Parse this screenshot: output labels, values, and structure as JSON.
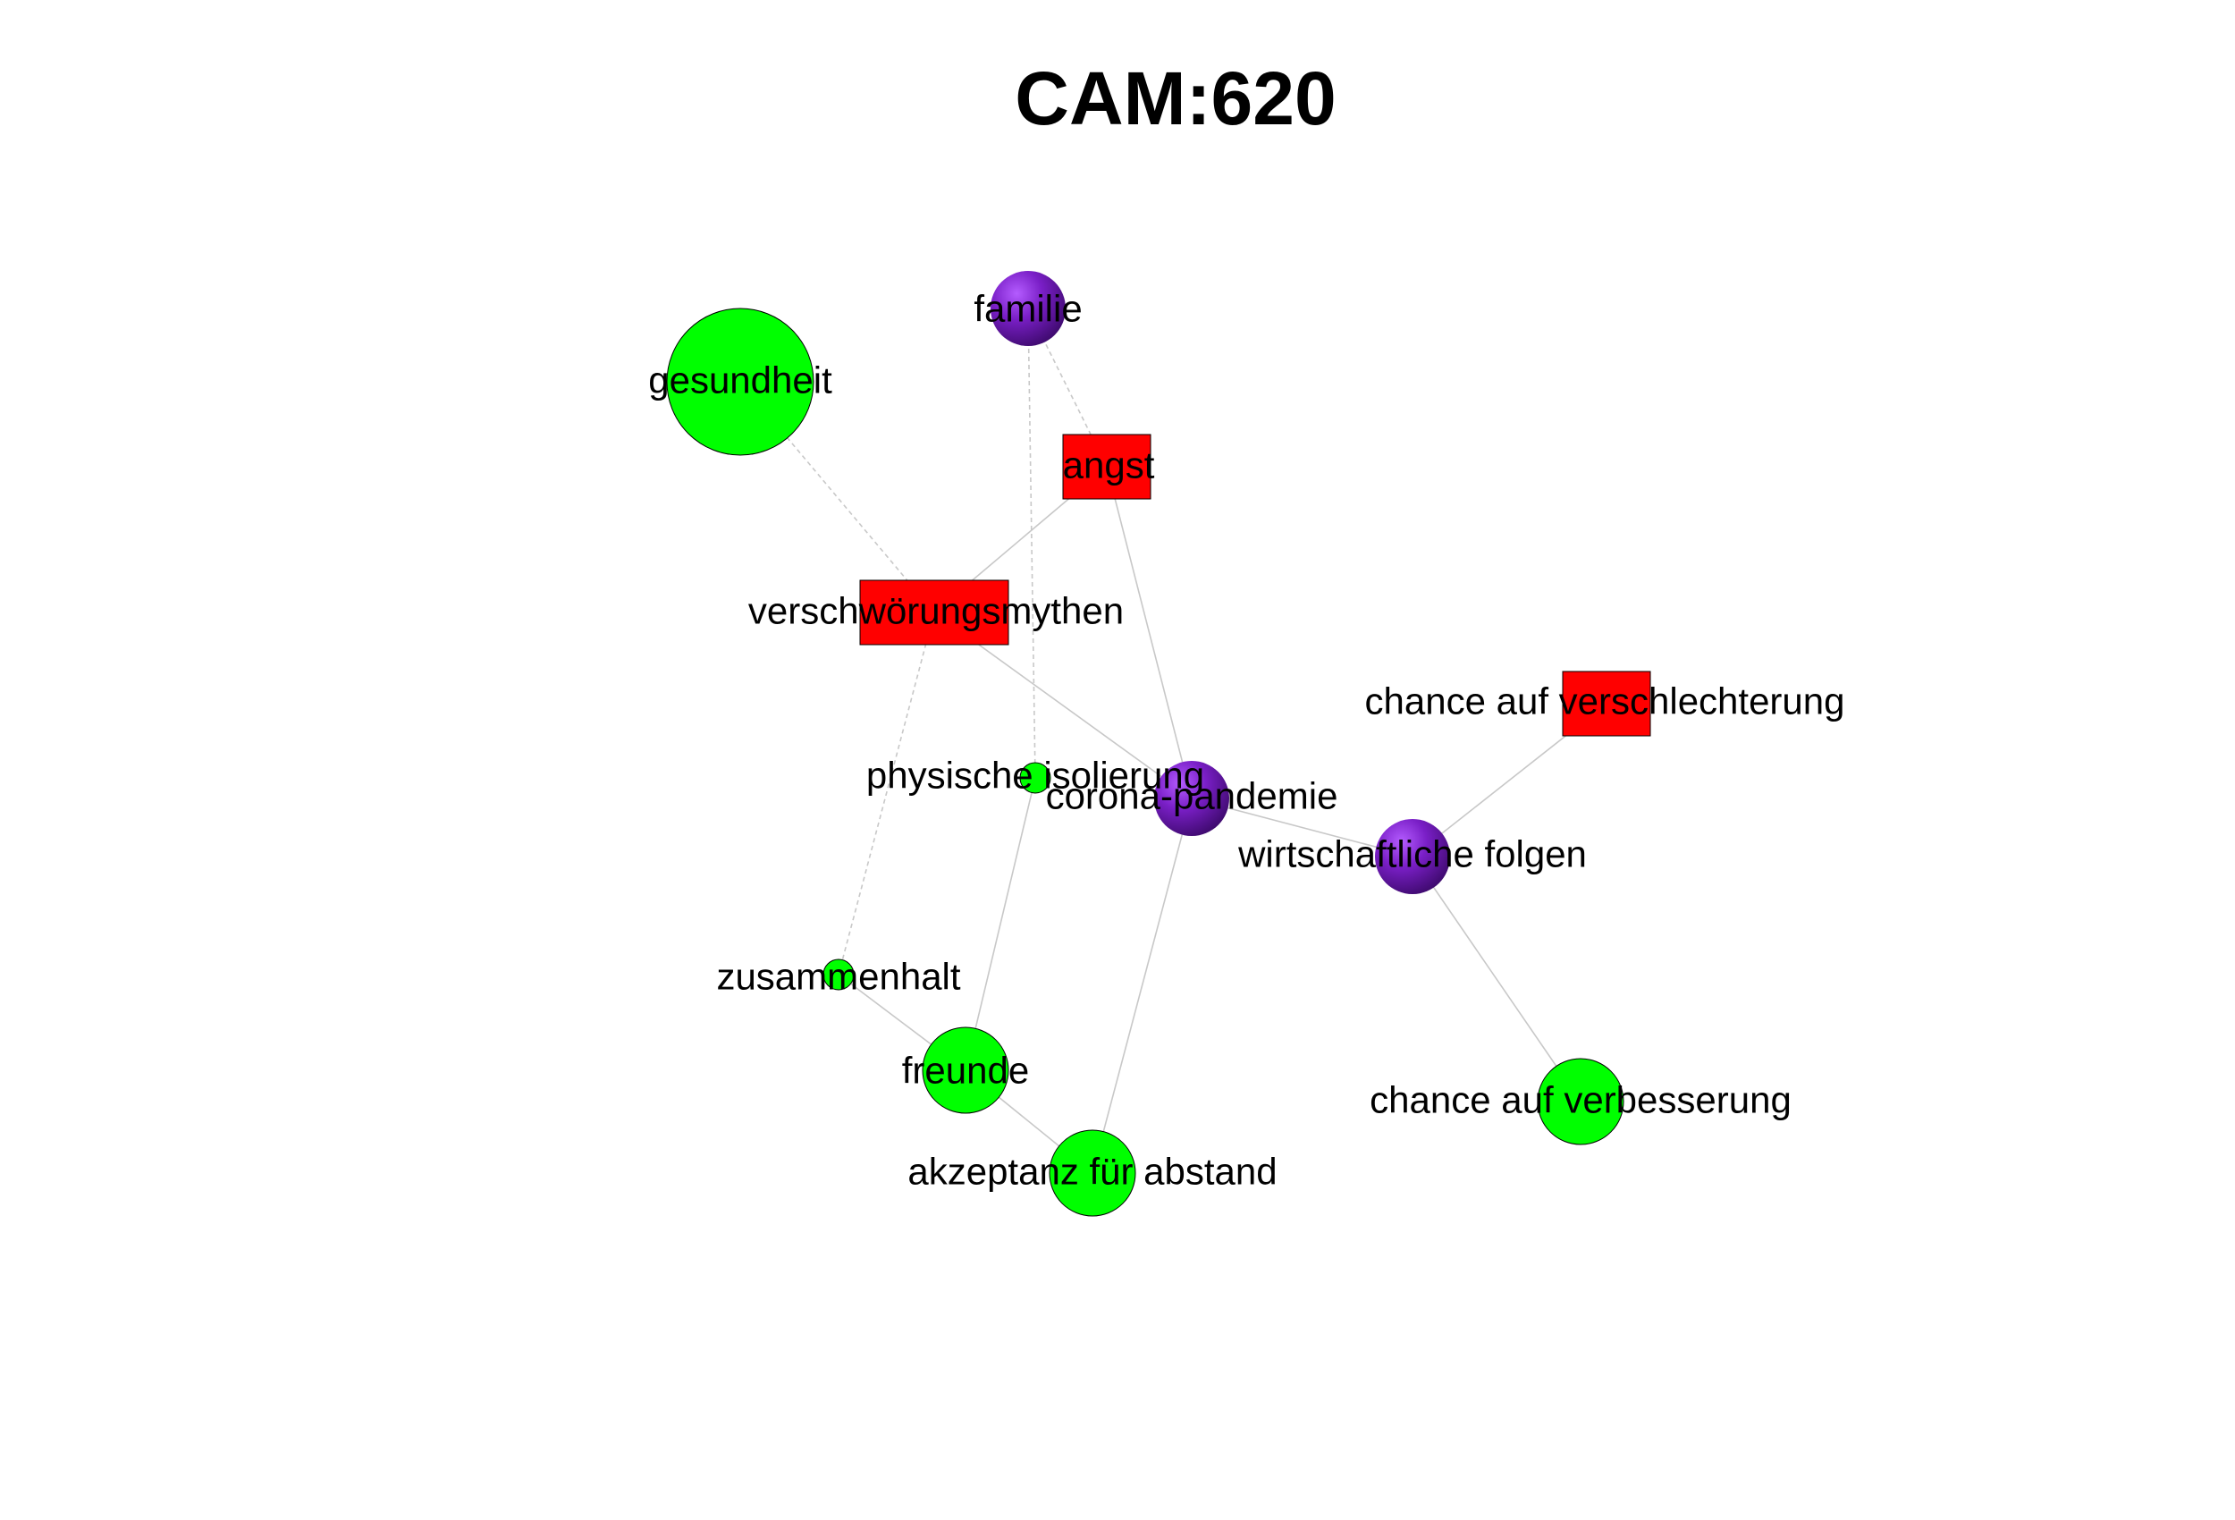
{
  "title": "CAM:620",
  "colors": {
    "positive": "#00ff00",
    "negative": "#ff0000",
    "neutral": "#7a1fc7",
    "edge": "#c8c8c8"
  },
  "nodes": [
    {
      "id": "familie",
      "label": "familie",
      "valence": "neutral"
    },
    {
      "id": "gesundheit",
      "label": "gesundheit",
      "valence": "positive"
    },
    {
      "id": "angst",
      "label": "angst",
      "valence": "negative"
    },
    {
      "id": "verschwoerungsmythen",
      "label": "verschwörungsmythen",
      "valence": "negative"
    },
    {
      "id": "chance-verschlechterung",
      "label": "chance auf verschlechterung",
      "valence": "negative"
    },
    {
      "id": "physische-isolierung",
      "label": "physische isolierung",
      "valence": "positive"
    },
    {
      "id": "corona-pandemie",
      "label": "corona-pandemie",
      "valence": "neutral"
    },
    {
      "id": "wirtschaftliche-folgen",
      "label": "wirtschaftliche folgen",
      "valence": "neutral"
    },
    {
      "id": "zusammenhalt",
      "label": "zusammenhalt",
      "valence": "positive"
    },
    {
      "id": "freunde",
      "label": "freunde",
      "valence": "positive"
    },
    {
      "id": "chance-verbesserung",
      "label": "chance auf verbesserung",
      "valence": "positive"
    },
    {
      "id": "akzeptanz-abstand",
      "label": "akzeptanz für abstand",
      "valence": "positive"
    }
  ],
  "edges": [
    {
      "from": "familie",
      "to": "angst",
      "style": "dashed"
    },
    {
      "from": "familie",
      "to": "physische-isolierung",
      "style": "dashed"
    },
    {
      "from": "gesundheit",
      "to": "verschwoerungsmythen",
      "style": "dashed"
    },
    {
      "from": "angst",
      "to": "verschwoerungsmythen",
      "style": "solid"
    },
    {
      "from": "angst",
      "to": "corona-pandemie",
      "style": "solid"
    },
    {
      "from": "verschwoerungsmythen",
      "to": "corona-pandemie",
      "style": "solid"
    },
    {
      "from": "verschwoerungsmythen",
      "to": "zusammenhalt",
      "style": "dashed"
    },
    {
      "from": "physische-isolierung",
      "to": "freunde",
      "style": "solid"
    },
    {
      "from": "corona-pandemie",
      "to": "wirtschaftliche-folgen",
      "style": "solid"
    },
    {
      "from": "corona-pandemie",
      "to": "akzeptanz-abstand",
      "style": "solid"
    },
    {
      "from": "wirtschaftliche-folgen",
      "to": "chance-verschlechterung",
      "style": "solid"
    },
    {
      "from": "wirtschaftliche-folgen",
      "to": "chance-verbesserung",
      "style": "solid"
    },
    {
      "from": "zusammenhalt",
      "to": "freunde",
      "style": "solid"
    },
    {
      "from": "freunde",
      "to": "akzeptanz-abstand",
      "style": "solid"
    }
  ]
}
